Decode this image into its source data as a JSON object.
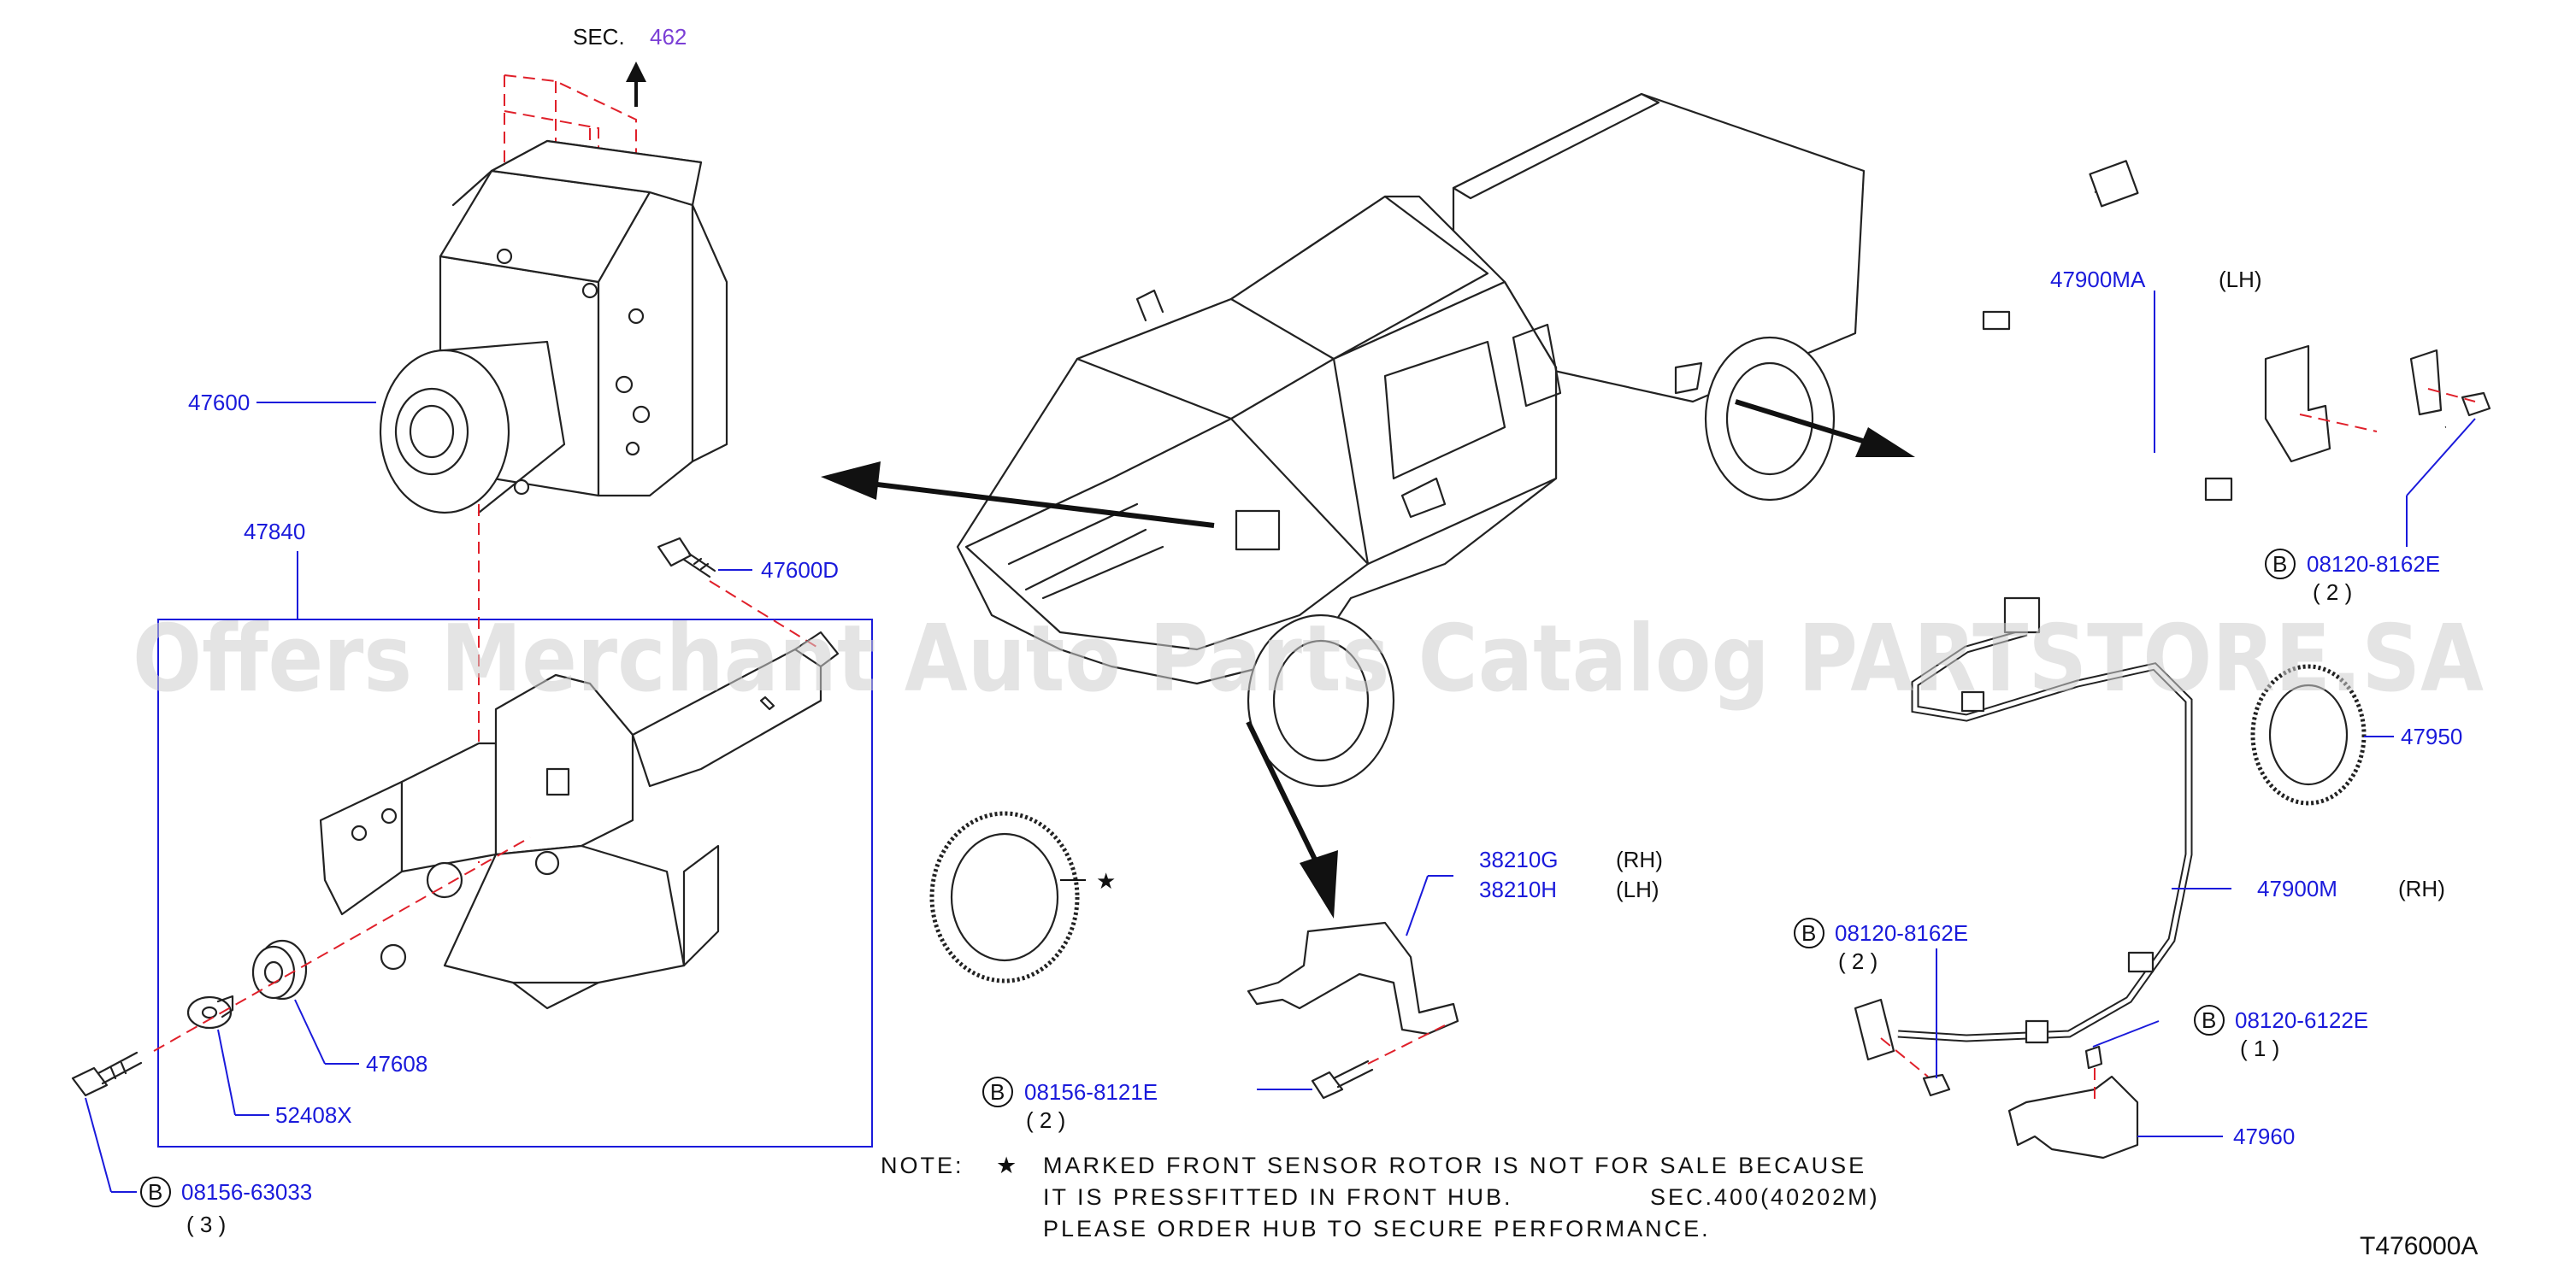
{
  "sec_ref": {
    "prefix": "SEC.",
    "number": "462"
  },
  "watermark": "Offers Merchant Auto Parts Catalog PARTSTORE.SA",
  "parts": {
    "abs_actuator": "47600",
    "bracket_assy": "47840",
    "bolt_47600d": "47600D",
    "insulator": "47608",
    "collar": "52408X",
    "bolt_08156_63033": "08156-63033",
    "qty_3": "( 3 )",
    "rotor_star": "★",
    "bracket_rh": "38210G",
    "bracket_lh": "38210H",
    "rh": "(RH)",
    "lh": "(LH)",
    "bolt_08156_8121e": "08156-8121E",
    "qty_2a": "( 2 )",
    "sensor_rear": "47900MA",
    "sensor_rear_side": "(LH)",
    "bolt_08120_8162e_top": "08120-8162E",
    "qty_2b": "( 2 )",
    "rotor_rear": "47950",
    "sensor_front": "47900M",
    "sensor_front_side": "(RH)",
    "bolt_08120_8162e_mid": "08120-8162E",
    "qty_2c": "( 2 )",
    "bolt_08120_6122e": "08120-6122E",
    "qty_1": "( 1 )",
    "bracket_sensor": "47960",
    "b_marker": "B"
  },
  "note": {
    "label": "NOTE:",
    "star": "★",
    "line1": "MARKED FRONT SENSOR ROTOR IS NOT FOR SALE BECAUSE",
    "line2a": "IT IS PRESSFITTED IN FRONT HUB.",
    "line2b": "SEC.400(40202M)",
    "line3": "PLEASE ORDER HUB TO SECURE PERFORMANCE."
  },
  "diagram_id": "T476000A",
  "colors": {
    "label": "#1a1adb",
    "dash": "#e0202a",
    "sec_link": "#7b3fd6"
  }
}
